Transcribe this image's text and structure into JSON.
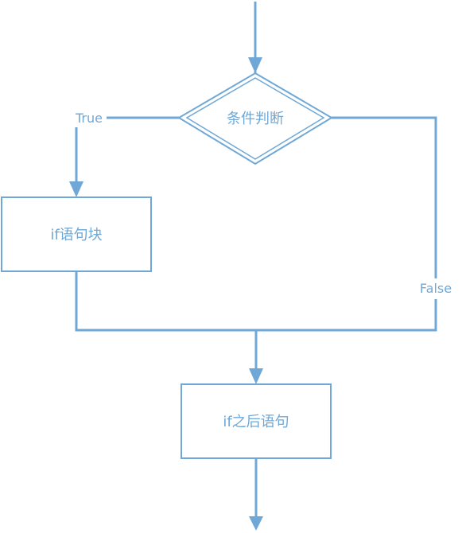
{
  "diagram": {
    "nodes": {
      "condition": {
        "label": "条件判断",
        "shape": "diamond"
      },
      "if_block": {
        "label": "if语句块",
        "shape": "rectangle"
      },
      "after_if": {
        "label": "if之后语句",
        "shape": "rectangle"
      }
    },
    "edges": {
      "true_branch": {
        "label": "True",
        "from": "condition",
        "to": "if_block"
      },
      "false_branch": {
        "label": "False",
        "from": "condition",
        "to": "after_if"
      }
    }
  },
  "colors": {
    "line": "#6fa8d6",
    "text": "#6fa8d6",
    "background": "#ffffff"
  }
}
